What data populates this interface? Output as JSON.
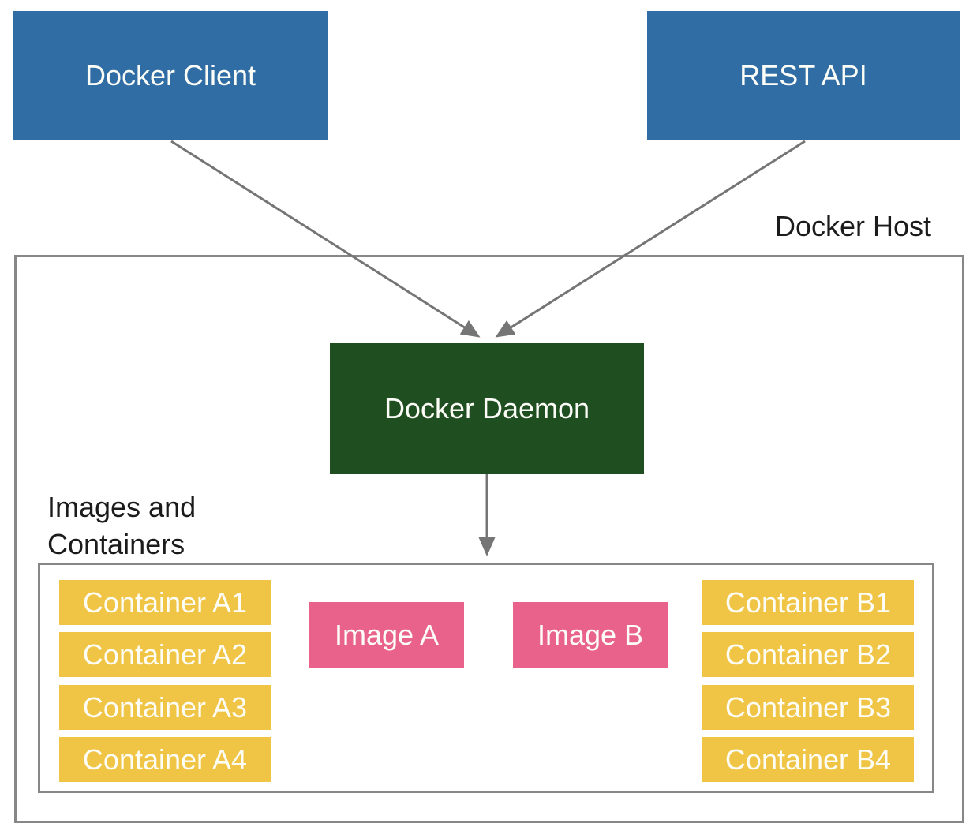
{
  "nodes": {
    "docker_client": {
      "label": "Docker Client"
    },
    "rest_api": {
      "label": "REST API"
    },
    "docker_host": {
      "label": "Docker Host"
    },
    "docker_daemon": {
      "label": "Docker Daemon"
    },
    "images_and_containers": {
      "label": "Images and Containers"
    }
  },
  "containers_a": [
    "Container A1",
    "Container A2",
    "Container A3",
    "Container A4"
  ],
  "images": [
    "Image A",
    "Image B"
  ],
  "containers_b": [
    "Container B1",
    "Container B2",
    "Container B3",
    "Container B4"
  ],
  "connections": [
    {
      "from": "Docker Client",
      "to": "Docker Daemon"
    },
    {
      "from": "REST API",
      "to": "Docker Daemon"
    },
    {
      "from": "Docker Daemon",
      "to": "Images and Containers"
    }
  ],
  "colors": {
    "client_blue": "#2F6DA4",
    "daemon_green": "#1F4E20",
    "container_yellow": "#F0C445",
    "image_pink": "#E8628B",
    "arrow_gray": "#757575",
    "border_gray": "#878787",
    "label_black": "#1b1b1b",
    "box_text_white": "#fdfdf8"
  }
}
